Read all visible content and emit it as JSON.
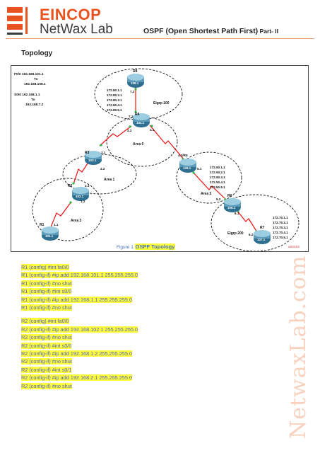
{
  "header": {
    "logo_top": "EINCOP",
    "logo_bottom": "NetWax Lab",
    "title_main": "OSPF (Open Shortest Path First)",
    "title_part": " Part- II"
  },
  "section_title": "Topology",
  "figure": {
    "labels": {
      "note_fa": "F0/0  192.168.101.1",
      "note_fa_to": "To",
      "note_fa_end": "192.168.108.1",
      "note_s0": "S0/0  192.168.1.1",
      "note_s0_to": "To",
      "note_s0_end": "192.168.7.2",
      "r8_lo_1": "172.80.1.1",
      "r8_lo_2": "172.80.2.1",
      "r8_lo_3": "172.80.3.1",
      "r8_lo_4": "172.80.4.1",
      "r8_lo_5": "172.80.5.1",
      "r5_lo_1": "172.50.1.1",
      "r5_lo_2": "172.50.2.1",
      "r5_lo_3": "172.50.3.1",
      "r5_lo_4": "172.50.4.1",
      "r5_lo_5": "172.50.5.1",
      "r7_lo_1": "172.70.1.1",
      "r7_lo_2": "172.70.2.1",
      "r7_lo_3": "172.70.3.1",
      "r7_lo_4": "172.70.4.1",
      "r7_lo_5": "172.70.5.1",
      "eigrp100": "Eigrp 100",
      "eigrp200": "Eigrp 200",
      "area0": "Area 0",
      "area1": "Area 1",
      "area2": "Area 2",
      "area3": "Area 3",
      "r8": "R8",
      "r8_ip": "108.1",
      "r4": "R4",
      "r4_ip": "104.1",
      "r3": "R3",
      "r3_ip": "103.1",
      "r2": "R2",
      "r2_ip": "102.1",
      "r1": "R1",
      "r1_ip": "101.1",
      "r5_ip": "105.1",
      "r6": "R6",
      "r6_ip": "106.1",
      "r7": "R7",
      "r7_ip": "107.1",
      "if_7_2": "7.2",
      "if_7_1": "7.1",
      "if_3_2": "3.2",
      "if_4_1": "4.1",
      "if_3_1": "3.1",
      "if_2_2": "2.2",
      "if_2_1": "2.1",
      "if_1_2": "1.2",
      "if_1_1": "1.1",
      "if_4_2": "4.2/R5",
      "if_5_1": "5.1",
      "if_5_2": "5.2",
      "if_6_1": "6.1",
      "if_6_2": "6.2",
      "r3_label": "R3",
      "corner_tag": "ASSSSS"
    }
  },
  "caption": {
    "prefix": "Figure 1 ",
    "highlight": "OSPF Topology"
  },
  "commands": {
    "r1": [
      "R1 (config) #int fa0/0",
      "R1 (config-if) #ip add 192.168.101.1 255.255.255.0",
      "R1 (config-if) #no shut",
      "R1 (config-if) #int s0/0",
      "R1 (config-if) #ip add 192.168.1.1 255.255.255.0",
      "R1 (config-if) #no shut"
    ],
    "r2": [
      "R2 (config) #int fa0/0",
      "R2 (config-if) #ip add 192.168.102.1 255.255.255.0",
      "R2 (config-if) #no shut",
      "R2 (config-if) #int s0/0",
      "R2 (config-if) #ip add 192.168.1.2 255.255.255.0",
      "R2 (config-if) #no shut",
      "R2 (config-if) #int s0/1",
      "R2 (config-if) #ip add 192.168.2.1 255.255.255.0",
      "R2 (config-if) #no shut"
    ]
  },
  "watermark": "NetwaxLab.com"
}
